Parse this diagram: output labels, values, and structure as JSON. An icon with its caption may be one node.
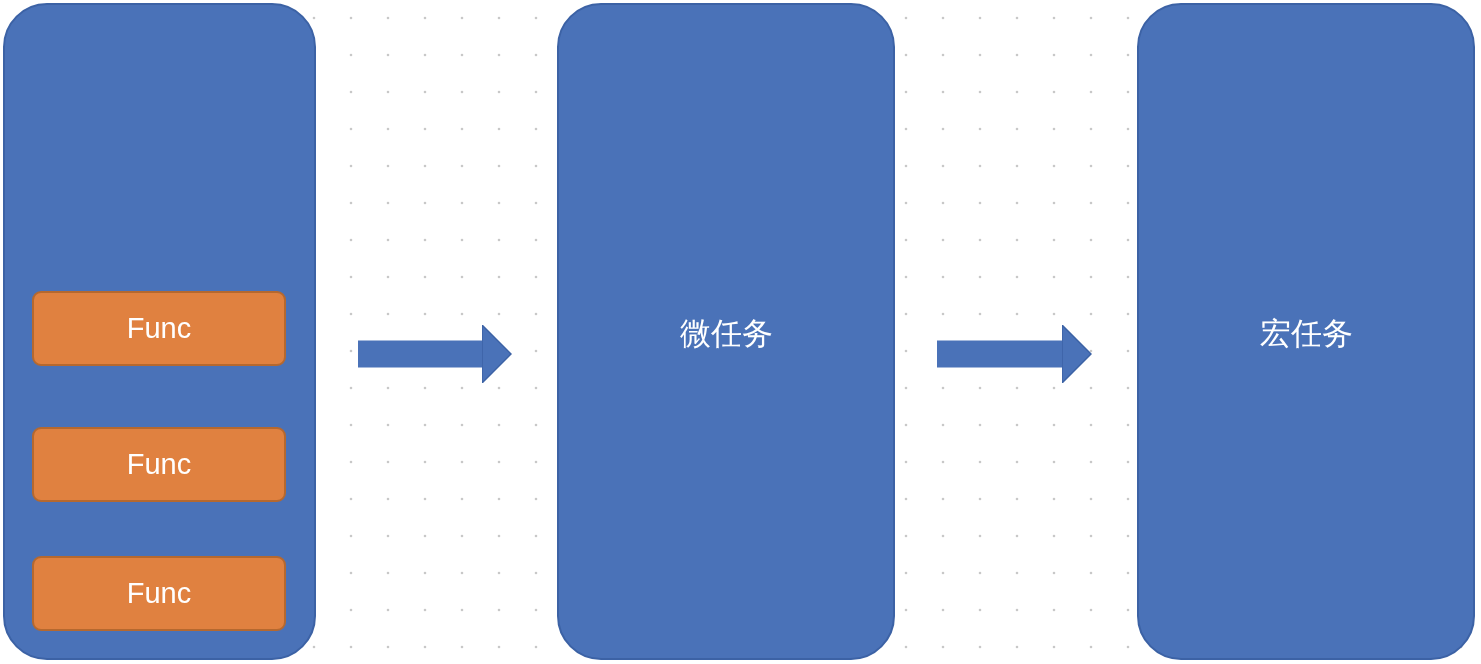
{
  "diagram": {
    "nodes": [
      {
        "text": [],
        "shape": "box"
      },
      {
        "text": [
          "Func"
        ],
        "in": 0
      },
      {
        "text": [
          "Func"
        ],
        "in": 0
      },
      {
        "text": [
          "Func"
        ],
        "in": 0
      },
      {
        "text": [
          "微任务"
        ]
      },
      {
        "text": [
          "宏任务"
        ]
      }
    ],
    "edges": [
      {
        "from": 0,
        "to": 4,
        "arrow": "to"
      },
      {
        "from": 4,
        "to": 5,
        "arrow": "to"
      }
    ]
  }
}
